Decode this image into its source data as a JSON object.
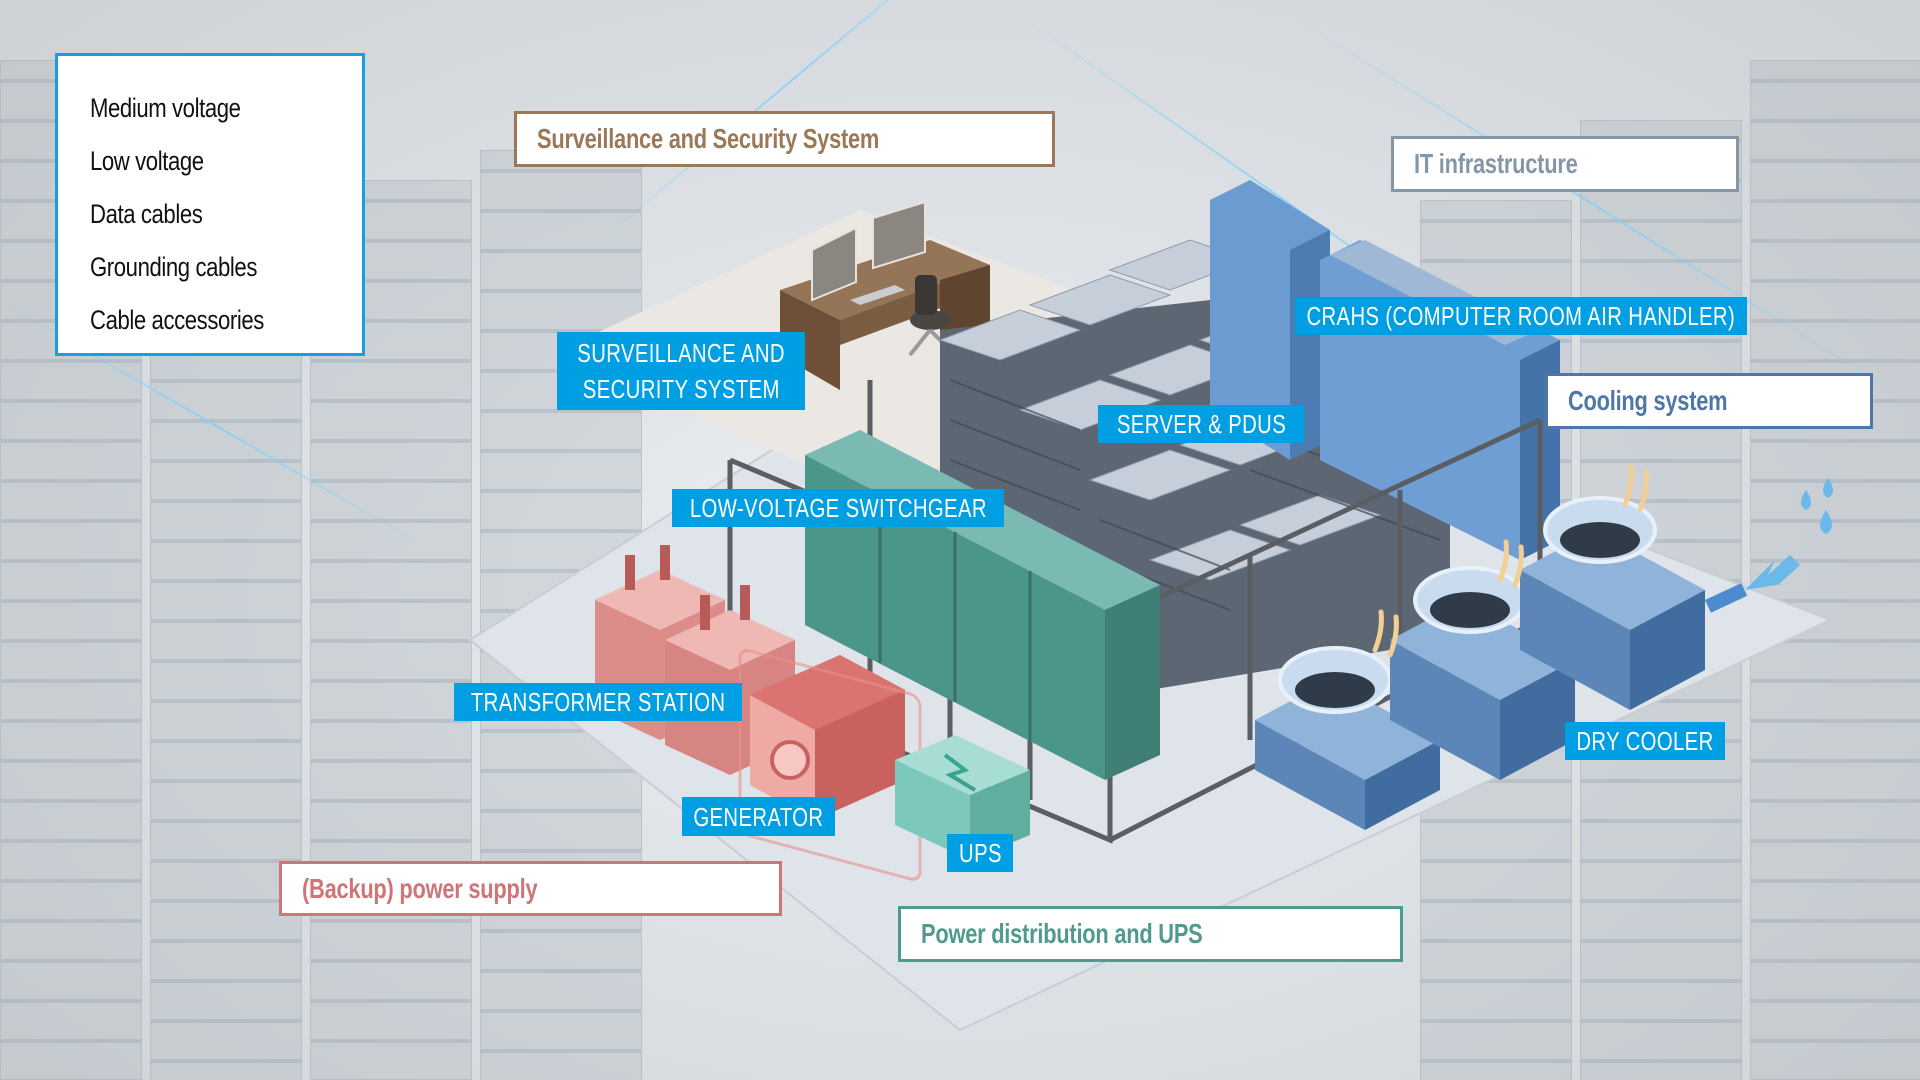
{
  "legend": {
    "items": [
      "Medium voltage",
      "Low voltage",
      "Data cables",
      "Grounding cables",
      "Cable accessories"
    ],
    "border_color": "#1a9ee0"
  },
  "categories": {
    "surveillance": {
      "label": "Surveillance and Security System",
      "color": "#9a7858"
    },
    "it_infrastructure": {
      "label": "IT infrastructure",
      "color": "#8496a8"
    },
    "cooling": {
      "label": "Cooling system",
      "color": "#4f76a6"
    },
    "backup_power": {
      "label": "(Backup) power supply",
      "color": "#cf7577"
    },
    "power_distribution": {
      "label": "Power distribution and UPS",
      "color": "#4f9a8f"
    }
  },
  "tags": {
    "surveillance_line1": "SURVEILLANCE AND",
    "surveillance_line2": "SECURITY SYSTEM",
    "crahs": "CRAHS (COMPUTER ROOM AIR HANDLER)",
    "server_pdus": "SERVER & PDUS",
    "lv_switchgear": "LOW-VOLTAGE SWITCHGEAR",
    "transformer": "TRANSFORMER STATION",
    "generator": "GENERATOR",
    "ups": "UPS",
    "dry_cooler": "DRY COOLER",
    "tag_color": "#009fe3"
  },
  "components": {
    "desk": "surveillance-desk",
    "servers": "server-racks",
    "crah": "computer-room-air-handlers",
    "switchgear": "low-voltage-switchgear-cabinets",
    "transformers": "transformer-units",
    "generator": "backup-generator",
    "ups": "ups-battery-unit",
    "dry_coolers": "dry-cooler-fans",
    "water": "water-drops",
    "airflow": "inflow-arrow"
  }
}
